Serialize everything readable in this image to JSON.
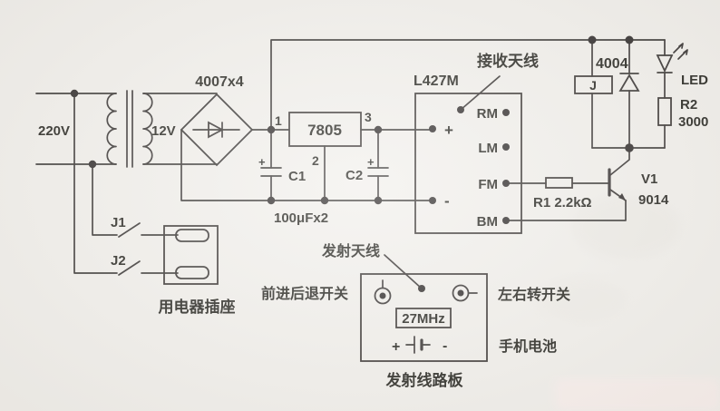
{
  "accent_colors": {
    "ink": "#2f2c29",
    "paper": "#f1efeb"
  },
  "power": {
    "mains_voltage": "220V",
    "secondary_voltage": "12V",
    "bridge_label": "4007x4",
    "regulator_label": "7805",
    "pin1": "1",
    "pin2": "2",
    "pin3": "3",
    "cap1_label": "C1",
    "cap2_label": "C2",
    "caps_value": "100μFx2",
    "cap1_plus": "+",
    "cap2_plus": "+"
  },
  "receiver": {
    "module_label": "L427M",
    "antenna_label": "接收天线",
    "pin_rm": "RM",
    "pin_lm": "LM",
    "pin_fm": "FM",
    "pin_bm": "BM",
    "pin_plus": "+",
    "pin_minus": "-"
  },
  "relay_section": {
    "relay_label": "J",
    "diode_label": "4004",
    "led_label": "LED",
    "r2_label": "R2",
    "r2_value": "3000"
  },
  "driver": {
    "r1_label": "R1  2.2kΩ",
    "transistor_label": "V1",
    "transistor_model": "9014"
  },
  "output_section": {
    "switch1": "J1",
    "switch2": "J2",
    "socket_label": "用电器插座"
  },
  "transmitter": {
    "board_label": "发射线路板",
    "antenna_label": "发射天线",
    "freq_label": "27MHz",
    "forward_switch_label": "前进后退开关",
    "turn_switch_label": "左右转开关",
    "battery_label": "手机电池",
    "battery_plus": "+",
    "battery_minus": "-"
  }
}
